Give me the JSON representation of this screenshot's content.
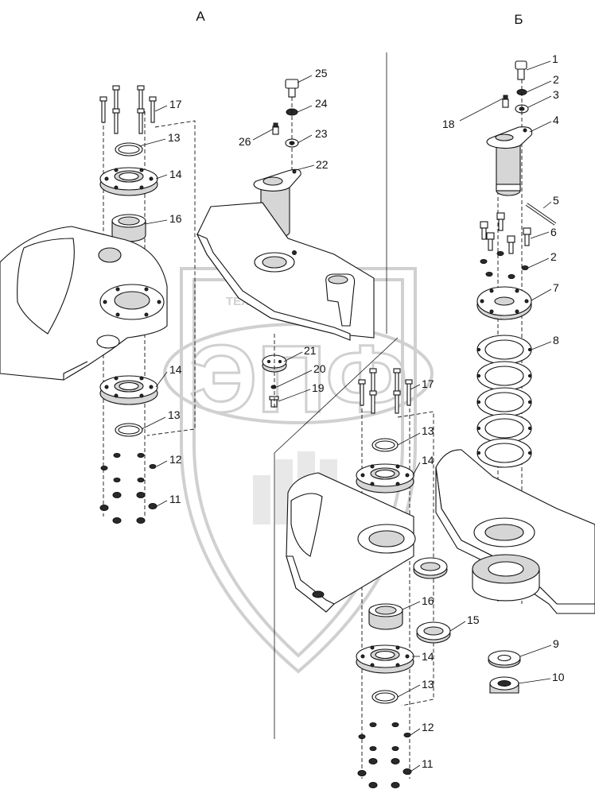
{
  "view_labels": {
    "left": "А",
    "right": "Б"
  },
  "watermark": {
    "logo_letters": "ЭПФ",
    "text": "ТЕХНИКА И ЗАПЧАСТИ"
  },
  "callouts": {
    "l25": "25",
    "l24": "24",
    "l23": "23",
    "l26": "26",
    "l22": "22",
    "l17a": "17",
    "l13a": "13",
    "l14a": "14",
    "l16a": "16",
    "l14b": "14",
    "l13b": "13",
    "l12a": "12",
    "l11a": "11",
    "l21": "21",
    "l20": "20",
    "l19": "19",
    "r1": "1",
    "r2a": "2",
    "r3": "3",
    "r18": "18",
    "r4": "4",
    "r5": "5",
    "r6": "6",
    "r2b": "2",
    "r7": "7",
    "r8": "8",
    "r17": "17",
    "r13a": "13",
    "r14a": "14",
    "r16": "16",
    "r15": "15",
    "r14b": "14",
    "r13b": "13",
    "r12": "12",
    "r11": "11",
    "r9": "9",
    "r10": "10"
  },
  "colors": {
    "line": "#111111",
    "shade": "#d6d6d6",
    "watermark": "#c8c8c8"
  }
}
